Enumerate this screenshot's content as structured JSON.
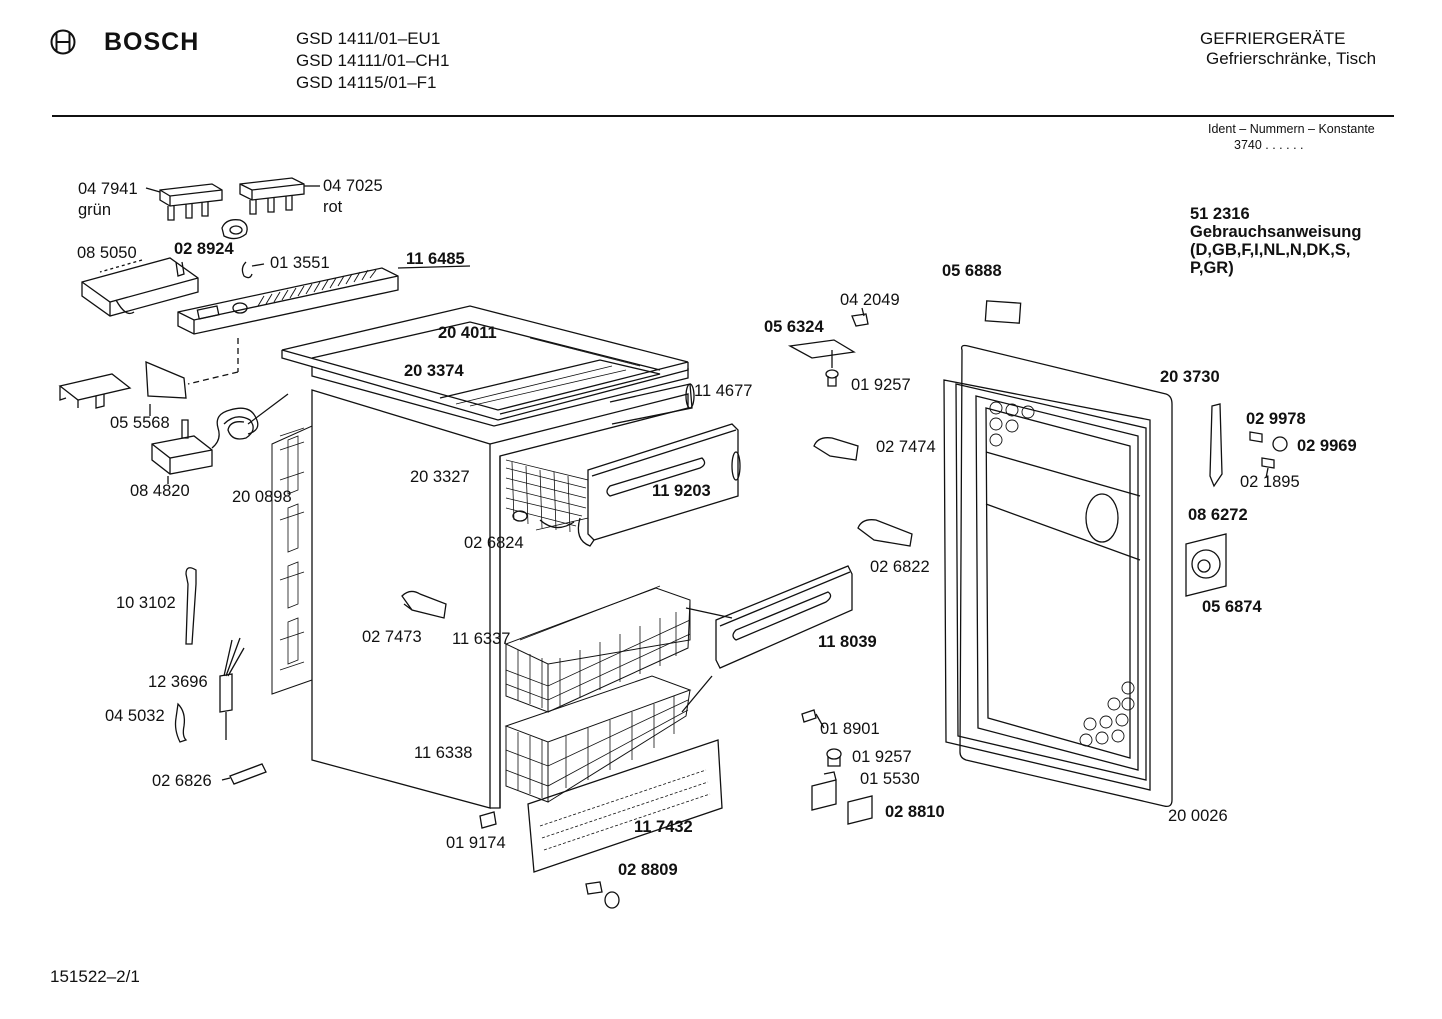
{
  "header": {
    "brand": "BOSCH",
    "models": [
      "GSD 1411/01–EU1",
      "GSD 14111/01–CH1",
      "GSD 14115/01–F1"
    ],
    "category": "GEFRIERGERÄTE",
    "subcategory": "Gefrierschränke, Tisch",
    "ident_label": "Ident – Nummern – Konstante",
    "ident_value": "3740 . . . . . ."
  },
  "manual": {
    "number": "51 2316",
    "title": "Gebrauchsanweisung",
    "languages_1": "(D,GB,F,I,NL,N,DK,S,",
    "languages_2": "P,GR)"
  },
  "parts": {
    "p047941": "04 7941",
    "gruen": "grün",
    "p047025": "04 7025",
    "rot": "rot",
    "p085050": "08 5050",
    "p028924": "02 8924",
    "p013551": "01 3551",
    "p116485": "11 6485",
    "p204011": "20 4011",
    "p203374": "20 3374",
    "p114677": "11 4677",
    "p055568": "05 5568",
    "p084820": "08 4820",
    "p200898": "20 0898",
    "p203327": "20 3327",
    "p119203": "11 9203",
    "p026824": "02 6824",
    "p103102": "10 3102",
    "p027473": "02 7473",
    "p116337": "11 6337",
    "p123696": "12 3696",
    "p045032": "04 5032",
    "p116338": "11 6338",
    "p026826": "02 6826",
    "p019174": "01 9174",
    "p117432": "11 7432",
    "p028809": "02 8809",
    "p056888": "05 6888",
    "p042049": "04 2049",
    "p056324": "05 6324",
    "p019257a": "01 9257",
    "p027474": "02 7474",
    "p026822": "02 6822",
    "p118039": "11 8039",
    "p018901": "01 8901",
    "p019257b": "01 9257",
    "p015530": "01 5530",
    "p028810": "02 8810",
    "p203730": "20 3730",
    "p029978": "02 9978",
    "p029969": "02 9969",
    "p021895": "02 1895",
    "p086272": "08 6272",
    "p056874": "05 6874",
    "p200026": "20 0026"
  },
  "footer": {
    "sheet": "151522–2/1"
  }
}
